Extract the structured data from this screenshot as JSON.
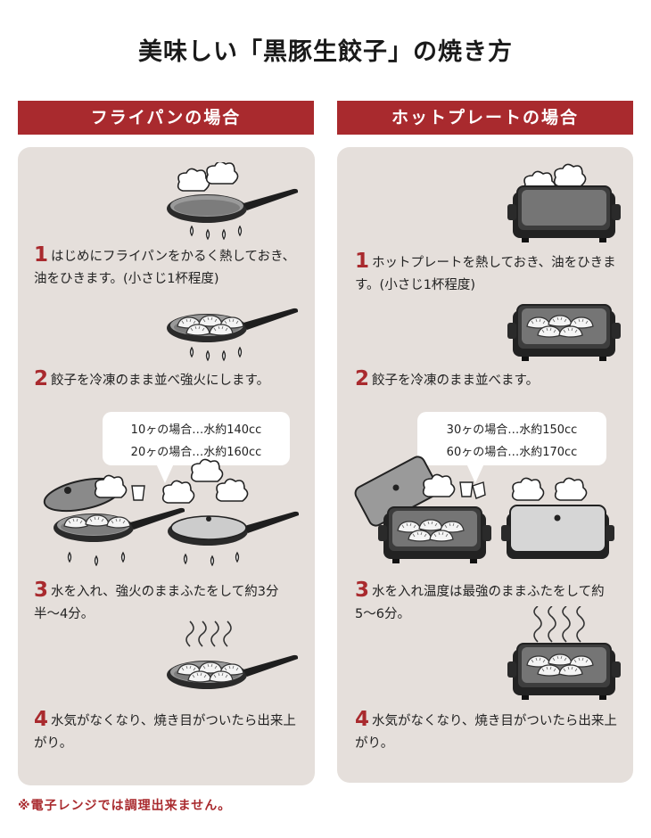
{
  "title": "美味しい「黒豚生餃子」の焼き方",
  "pan": {
    "header": "フライパンの場合",
    "steps": [
      {
        "num": "1",
        "text": "はじめにフライパンをかるく熱しておき、油をひきます。(小さじ1杯程度)"
      },
      {
        "num": "2",
        "text": "餃子を冷凍のまま並べ強火にします。"
      },
      {
        "num": "3",
        "text": "水を入れ、強火のままふたをして約3分半〜4分。"
      },
      {
        "num": "4",
        "text": "水気がなくなり、焼き目がついたら出来上がり。"
      }
    ],
    "bubble": [
      "10ヶの場合…水約140cc",
      "20ヶの場合…水約160cc"
    ]
  },
  "plate": {
    "header": "ホットプレートの場合",
    "steps": [
      {
        "num": "1",
        "text": "ホットプレートを熱しておき、油をひきます。(小さじ1杯程度)"
      },
      {
        "num": "2",
        "text": "餃子を冷凍のまま並べます。"
      },
      {
        "num": "3",
        "text": "水を入れ温度は最強のままふたをして約5〜6分。"
      },
      {
        "num": "4",
        "text": "水気がなくなり、焼き目がついたら出来上がり。"
      }
    ],
    "bubble": [
      "30ヶの場合…水約150cc",
      "60ヶの場合…水約170cc"
    ]
  },
  "footnote": "※電子レンジでは調理出来ません。",
  "colors": {
    "accent": "#a92a2e",
    "panel": "#e5dfdb"
  }
}
